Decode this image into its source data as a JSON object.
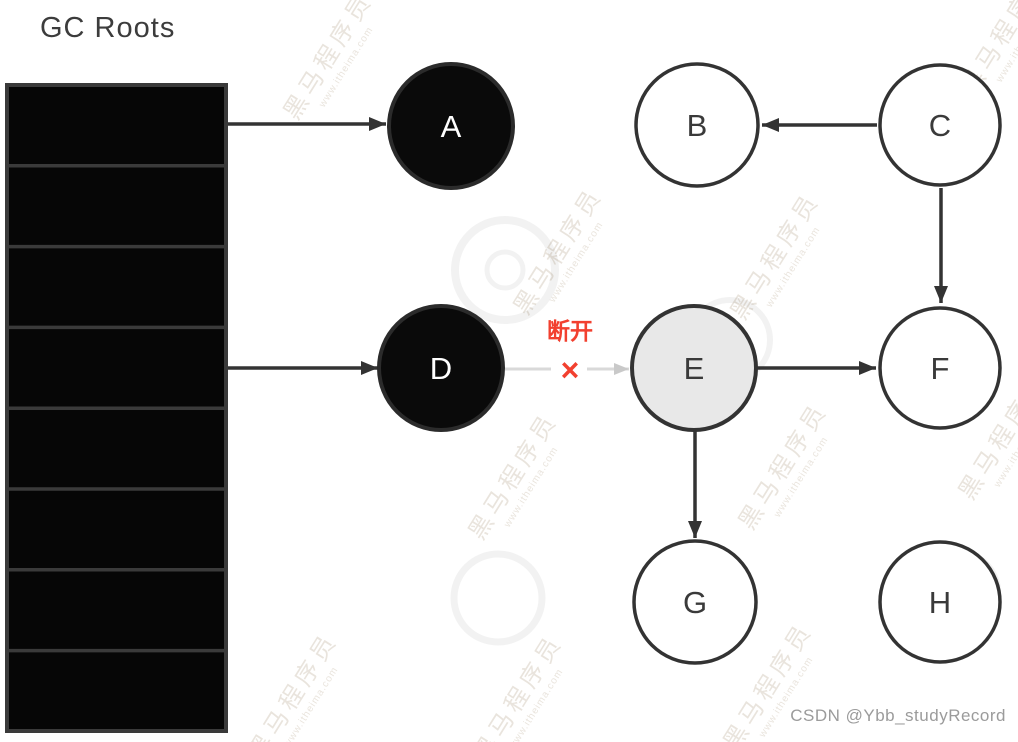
{
  "title": "GC Roots",
  "attribution": "CSDN @Ybb_studyRecord",
  "stack": {
    "label": "GC Roots",
    "slot_count": 8
  },
  "nodes": [
    {
      "id": "A",
      "label": "A",
      "fill": "#0a0a0a",
      "text": "#ffffff"
    },
    {
      "id": "B",
      "label": "B",
      "fill": "#ffffff",
      "text": "#3a3a3a"
    },
    {
      "id": "C",
      "label": "C",
      "fill": "#ffffff",
      "text": "#3a3a3a"
    },
    {
      "id": "D",
      "label": "D",
      "fill": "#0a0a0a",
      "text": "#ffffff"
    },
    {
      "id": "E",
      "label": "E",
      "fill": "#e8e8e8",
      "text": "#3a3a3a"
    },
    {
      "id": "F",
      "label": "F",
      "fill": "#ffffff",
      "text": "#3a3a3a"
    },
    {
      "id": "G",
      "label": "G",
      "fill": "#ffffff",
      "text": "#3a3a3a"
    },
    {
      "id": "H",
      "label": "H",
      "fill": "#ffffff",
      "text": "#3a3a3a"
    }
  ],
  "edges": [
    {
      "from": "GC Roots",
      "to": "A",
      "style": "solid"
    },
    {
      "from": "GC Roots",
      "to": "D",
      "style": "solid"
    },
    {
      "from": "C",
      "to": "B",
      "style": "solid"
    },
    {
      "from": "C",
      "to": "F",
      "style": "solid"
    },
    {
      "from": "D",
      "to": "E",
      "style": "broken"
    },
    {
      "from": "E",
      "to": "F",
      "style": "solid"
    },
    {
      "from": "E",
      "to": "G",
      "style": "solid"
    }
  ],
  "break_annotation": {
    "label": "断开",
    "mark": "×",
    "color": "#f2402f"
  },
  "watermark": {
    "brand": "黑马程序员",
    "url": "www.itheima.com"
  },
  "colors": {
    "arrow": "#333333",
    "broken_arrow": "#d9d9d9",
    "broken_arrow_head": "#c9c9c9",
    "node_border": "#333333",
    "stack_fill": "#060606",
    "stack_border": "#3a3a3a"
  }
}
